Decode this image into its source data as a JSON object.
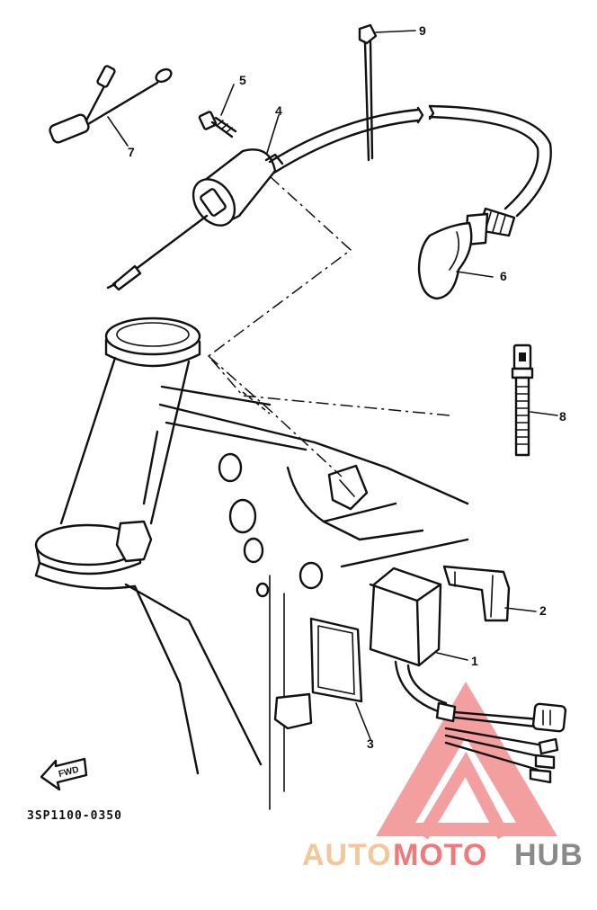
{
  "callouts": {
    "c1": "1",
    "c2": "2",
    "c3": "3",
    "c4": "4",
    "c5": "5",
    "c6": "6",
    "c7": "7",
    "c8": "8",
    "c9": "9"
  },
  "diagram_code": "3SP1100-0350",
  "fwd_label": "FWD",
  "watermark": {
    "part1": "AUTO",
    "part2": "MOTO",
    "part3": "HUB",
    "colors": {
      "auto": "#f3c79a",
      "moto": "#f07a7a",
      "hub": "#8a8a8a",
      "triangle": "#f08080"
    }
  }
}
